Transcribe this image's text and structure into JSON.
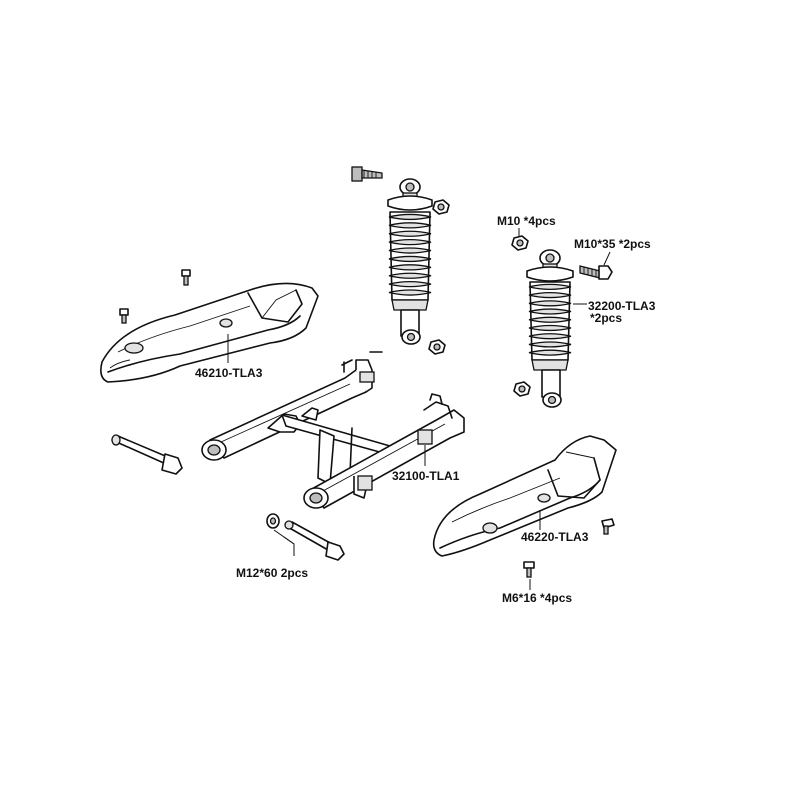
{
  "labels": {
    "m10_nut": "M10 *4pcs",
    "m10_bolt": "M10*35 *2pcs",
    "shock_part": "32200-TLA3",
    "shock_qty": "*2pcs",
    "left_cover": "46210-TLA3",
    "swingarm": "32100-TLA1",
    "right_cover": "46220-TLA3",
    "m12_bolt": "M12*60 2pcs",
    "m6_bolt": "M6*16 *4pcs"
  }
}
